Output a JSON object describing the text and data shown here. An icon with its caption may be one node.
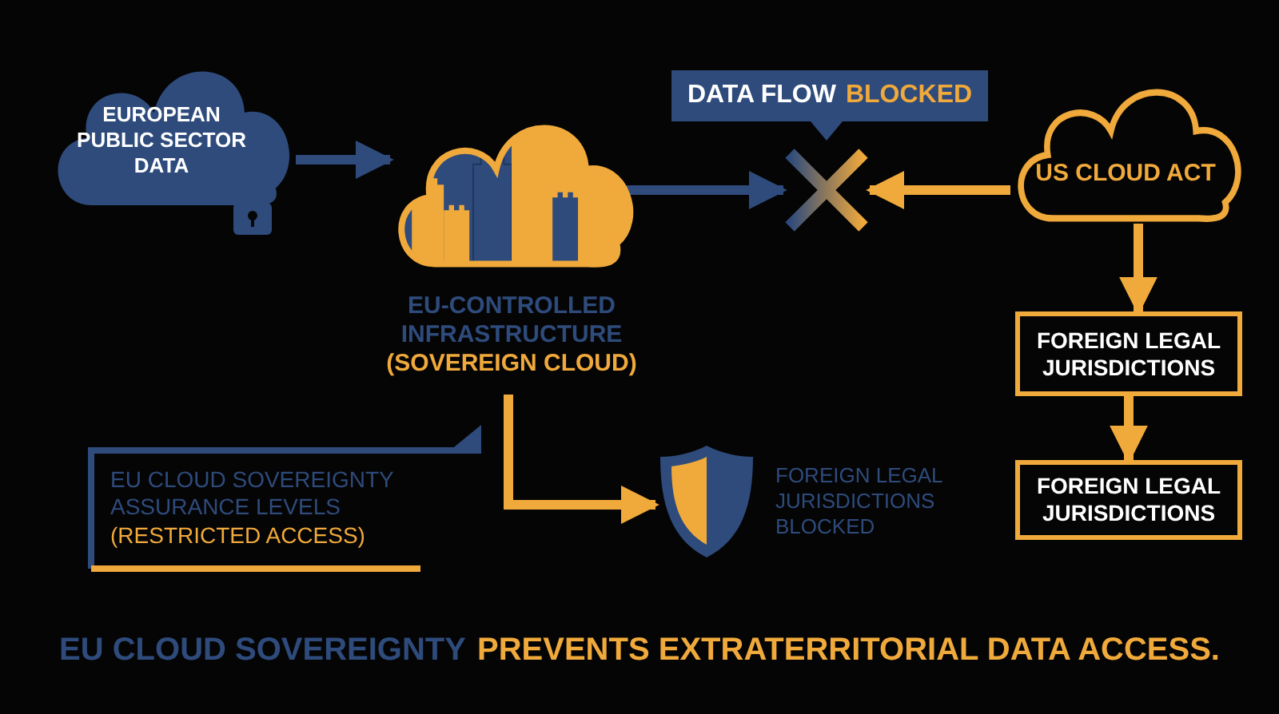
{
  "diagram": {
    "nodes": [
      {
        "text": [
          "EUROPEAN PUBLIC SECTOR DATA"
        ]
      },
      {
        "text": [
          "EU-CONTROLLED INFRASTRUCTURE",
          "(SOVEREIGN CLOUD)"
        ]
      },
      {
        "text": [
          "DATA FLOW",
          "BLOCKED"
        ]
      },
      {
        "text": [],
        "shape": "cross"
      },
      {
        "text": [
          "US CLOUD ACT"
        ]
      },
      {
        "text": [
          "FOREIGN LEGAL JURISDICTIONS"
        ]
      },
      {
        "text": [
          "FOREIGN LEGAL JURISDICTIONS"
        ]
      },
      {
        "text": [
          "EU CLOUD SOVEREIGNTY ASSURANCE LEVELS",
          "(RESTRICTED ACCESS)"
        ]
      },
      {
        "text": [],
        "shape": "shield",
        "beside": [
          "FOREIGN LEGAL JURISDICTIONS BLOCKED"
        ]
      }
    ],
    "edges": [
      {
        "from": 0,
        "to": 1,
        "arrow": "to",
        "color": "#2e4b7c"
      },
      {
        "from": 1,
        "to": 3,
        "arrow": "to",
        "color": "#2e4b7c"
      },
      {
        "from": 4,
        "to": 3,
        "arrow": "to"
      },
      {
        "from": 4,
        "to": 5,
        "arrow": "to"
      },
      {
        "from": 5,
        "to": 6,
        "arrow": "to"
      },
      {
        "from": 1,
        "to": 8,
        "arrow": "to"
      }
    ],
    "labels": [
      "EU CLOUD SOVEREIGNTY",
      "PREVENTS EXTRATERRITORIAL DATA ACCESS."
    ]
  }
}
